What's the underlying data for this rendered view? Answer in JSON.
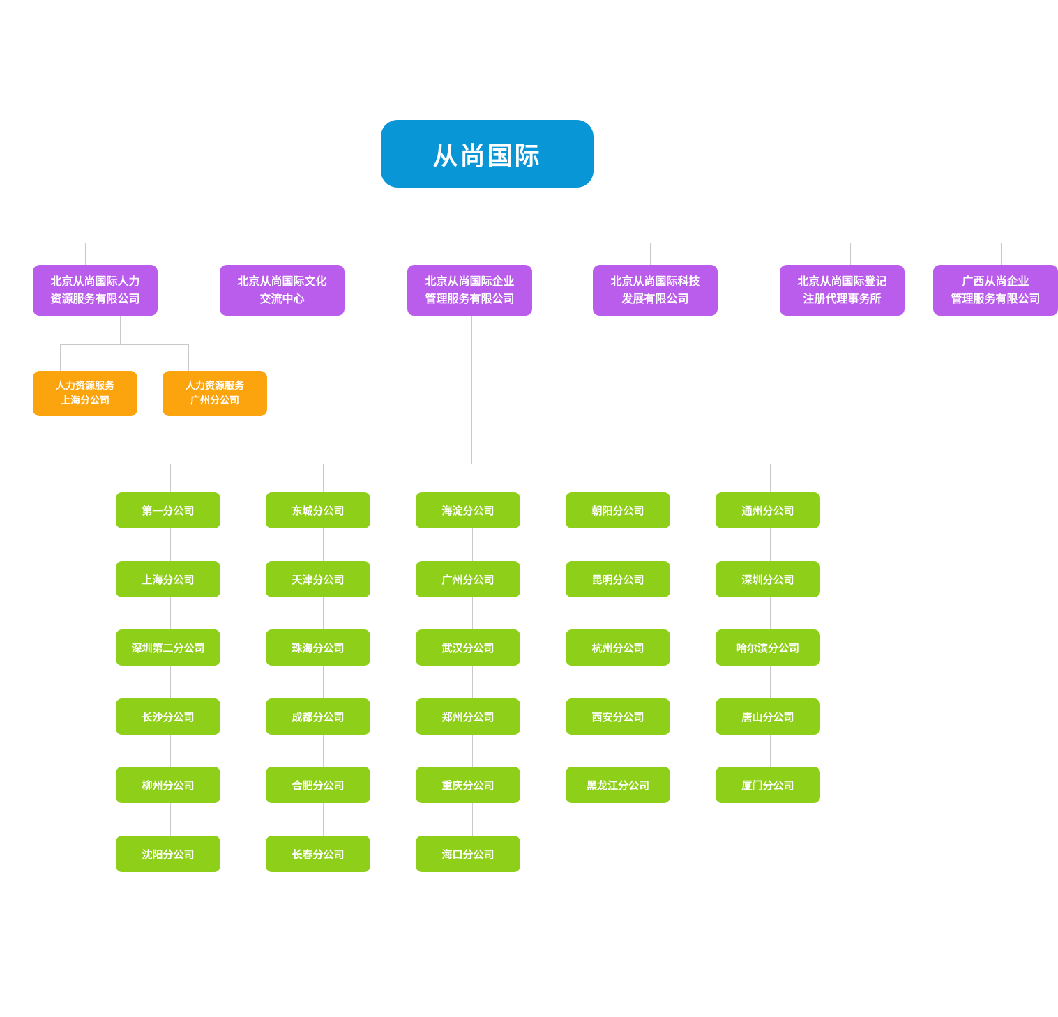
{
  "org": {
    "root": "从尚国际",
    "subsidiaries": [
      {
        "lines": [
          "北京从尚国际人力",
          "资源服务有限公司"
        ]
      },
      {
        "lines": [
          "北京从尚国际文化",
          "交流中心"
        ]
      },
      {
        "lines": [
          "北京从尚国际企业",
          "管理服务有限公司"
        ]
      },
      {
        "lines": [
          "北京从尚国际科技",
          "发展有限公司"
        ]
      },
      {
        "lines": [
          "北京从尚国际登记",
          "注册代理事务所"
        ]
      },
      {
        "lines": [
          "广西从尚企业",
          "管理服务有限公司"
        ]
      }
    ],
    "hr_branches": [
      {
        "lines": [
          "人力资源服务",
          "上海分公司"
        ]
      },
      {
        "lines": [
          "人力资源服务",
          "广州分公司"
        ]
      }
    ],
    "enterprise_branch_columns": [
      [
        "第一分公司",
        "上海分公司",
        "深圳第二分公司",
        "长沙分公司",
        "柳州分公司",
        "沈阳分公司"
      ],
      [
        "东城分公司",
        "天津分公司",
        "珠海分公司",
        "成都分公司",
        "合肥分公司",
        "长春分公司"
      ],
      [
        "海淀分公司",
        "广州分公司",
        "武汉分公司",
        "郑州分公司",
        "重庆分公司",
        "海口分公司"
      ],
      [
        "朝阳分公司",
        "昆明分公司",
        "杭州分公司",
        "西安分公司",
        "黑龙江分公司"
      ],
      [
        "通州分公司",
        "深圳分公司",
        "哈尔滨分公司",
        "唐山分公司",
        "厦门分公司"
      ]
    ],
    "colors": {
      "root": "#0996d6",
      "subsidiary": "#ba5cec",
      "hr_branch": "#fba40e",
      "city_branch": "#8ed019",
      "connector": "#c9c9c9"
    }
  }
}
